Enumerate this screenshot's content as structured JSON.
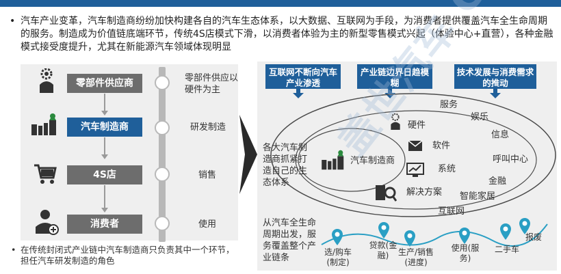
{
  "intro_text": "汽车产业变革，汽车制造商纷纷加快构建各自的汽车生态体系，以大数据、互联网为手段，为消费者提供覆盖汽车全生命周期的服务。制造成为价值链底端环节，传统4S店模式下滑，以消费者体验为主的新型零售模式兴起（体验中心+直营），各种金融模式接受度提升，尤其在新能源汽车领域体现明显",
  "chain": [
    {
      "label": "零部件供应商",
      "icon": "gear-person-icon",
      "side_label": "零部件供应以硬件为主"
    },
    {
      "label": "汽车制造商",
      "icon": "factory-icon",
      "side_label": "研发制造"
    },
    {
      "label": "4S店",
      "icon": "cart-icon",
      "side_label": "销售"
    },
    {
      "label": "消费者",
      "icon": "person-plus-icon",
      "side_label": "使用"
    }
  ],
  "footnote": "在传统封闭式产业链中汽车制造商只负责其中一个环节，担任汽车研发制造的角色",
  "drivers": [
    "互联网不断向汽车产业渗透",
    "产业链边界日趋模糊",
    "技术发展与消费需求的推动"
  ],
  "ecosystem": {
    "outer_label": "各大汽车制造商抓紧打造自己的生态体系",
    "center": "汽车制造商",
    "rings": [
      "服务",
      "娱乐",
      "硬件",
      "信息",
      "软件",
      "呼叫中心",
      "系统",
      "金融",
      "解决方案",
      "智能家居",
      "互联网"
    ]
  },
  "lifecycle": {
    "label": "从汽车全生命周期出发，服务覆盖整个产业链条",
    "stages": [
      "选/购车(制定)",
      "贷款(金融)",
      "生产/销售(进度)",
      "使用(服务)",
      "二手车",
      "报废"
    ]
  },
  "colors": {
    "primary": "#1f5f9a",
    "gray_box": "#6d6d6d",
    "pin": "#2a9fc4"
  }
}
